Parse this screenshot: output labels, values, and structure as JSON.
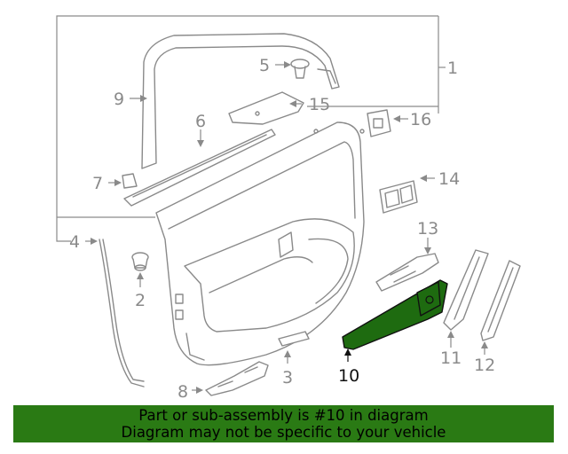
{
  "callouts": {
    "c1": "1",
    "c2": "2",
    "c3": "3",
    "c4": "4",
    "c5": "5",
    "c6": "6",
    "c7": "7",
    "c8": "8",
    "c9": "9",
    "c10": "10",
    "c11": "11",
    "c12": "12",
    "c13": "13",
    "c14": "14",
    "c15": "15",
    "c16": "16"
  },
  "highlight": {
    "part": "10",
    "color": "#2a7a14"
  },
  "banner": {
    "line1": "Part or sub-assembly is #10 in diagram",
    "line2": "Diagram may not be specific to your vehicle",
    "color": "#2a7a14"
  }
}
